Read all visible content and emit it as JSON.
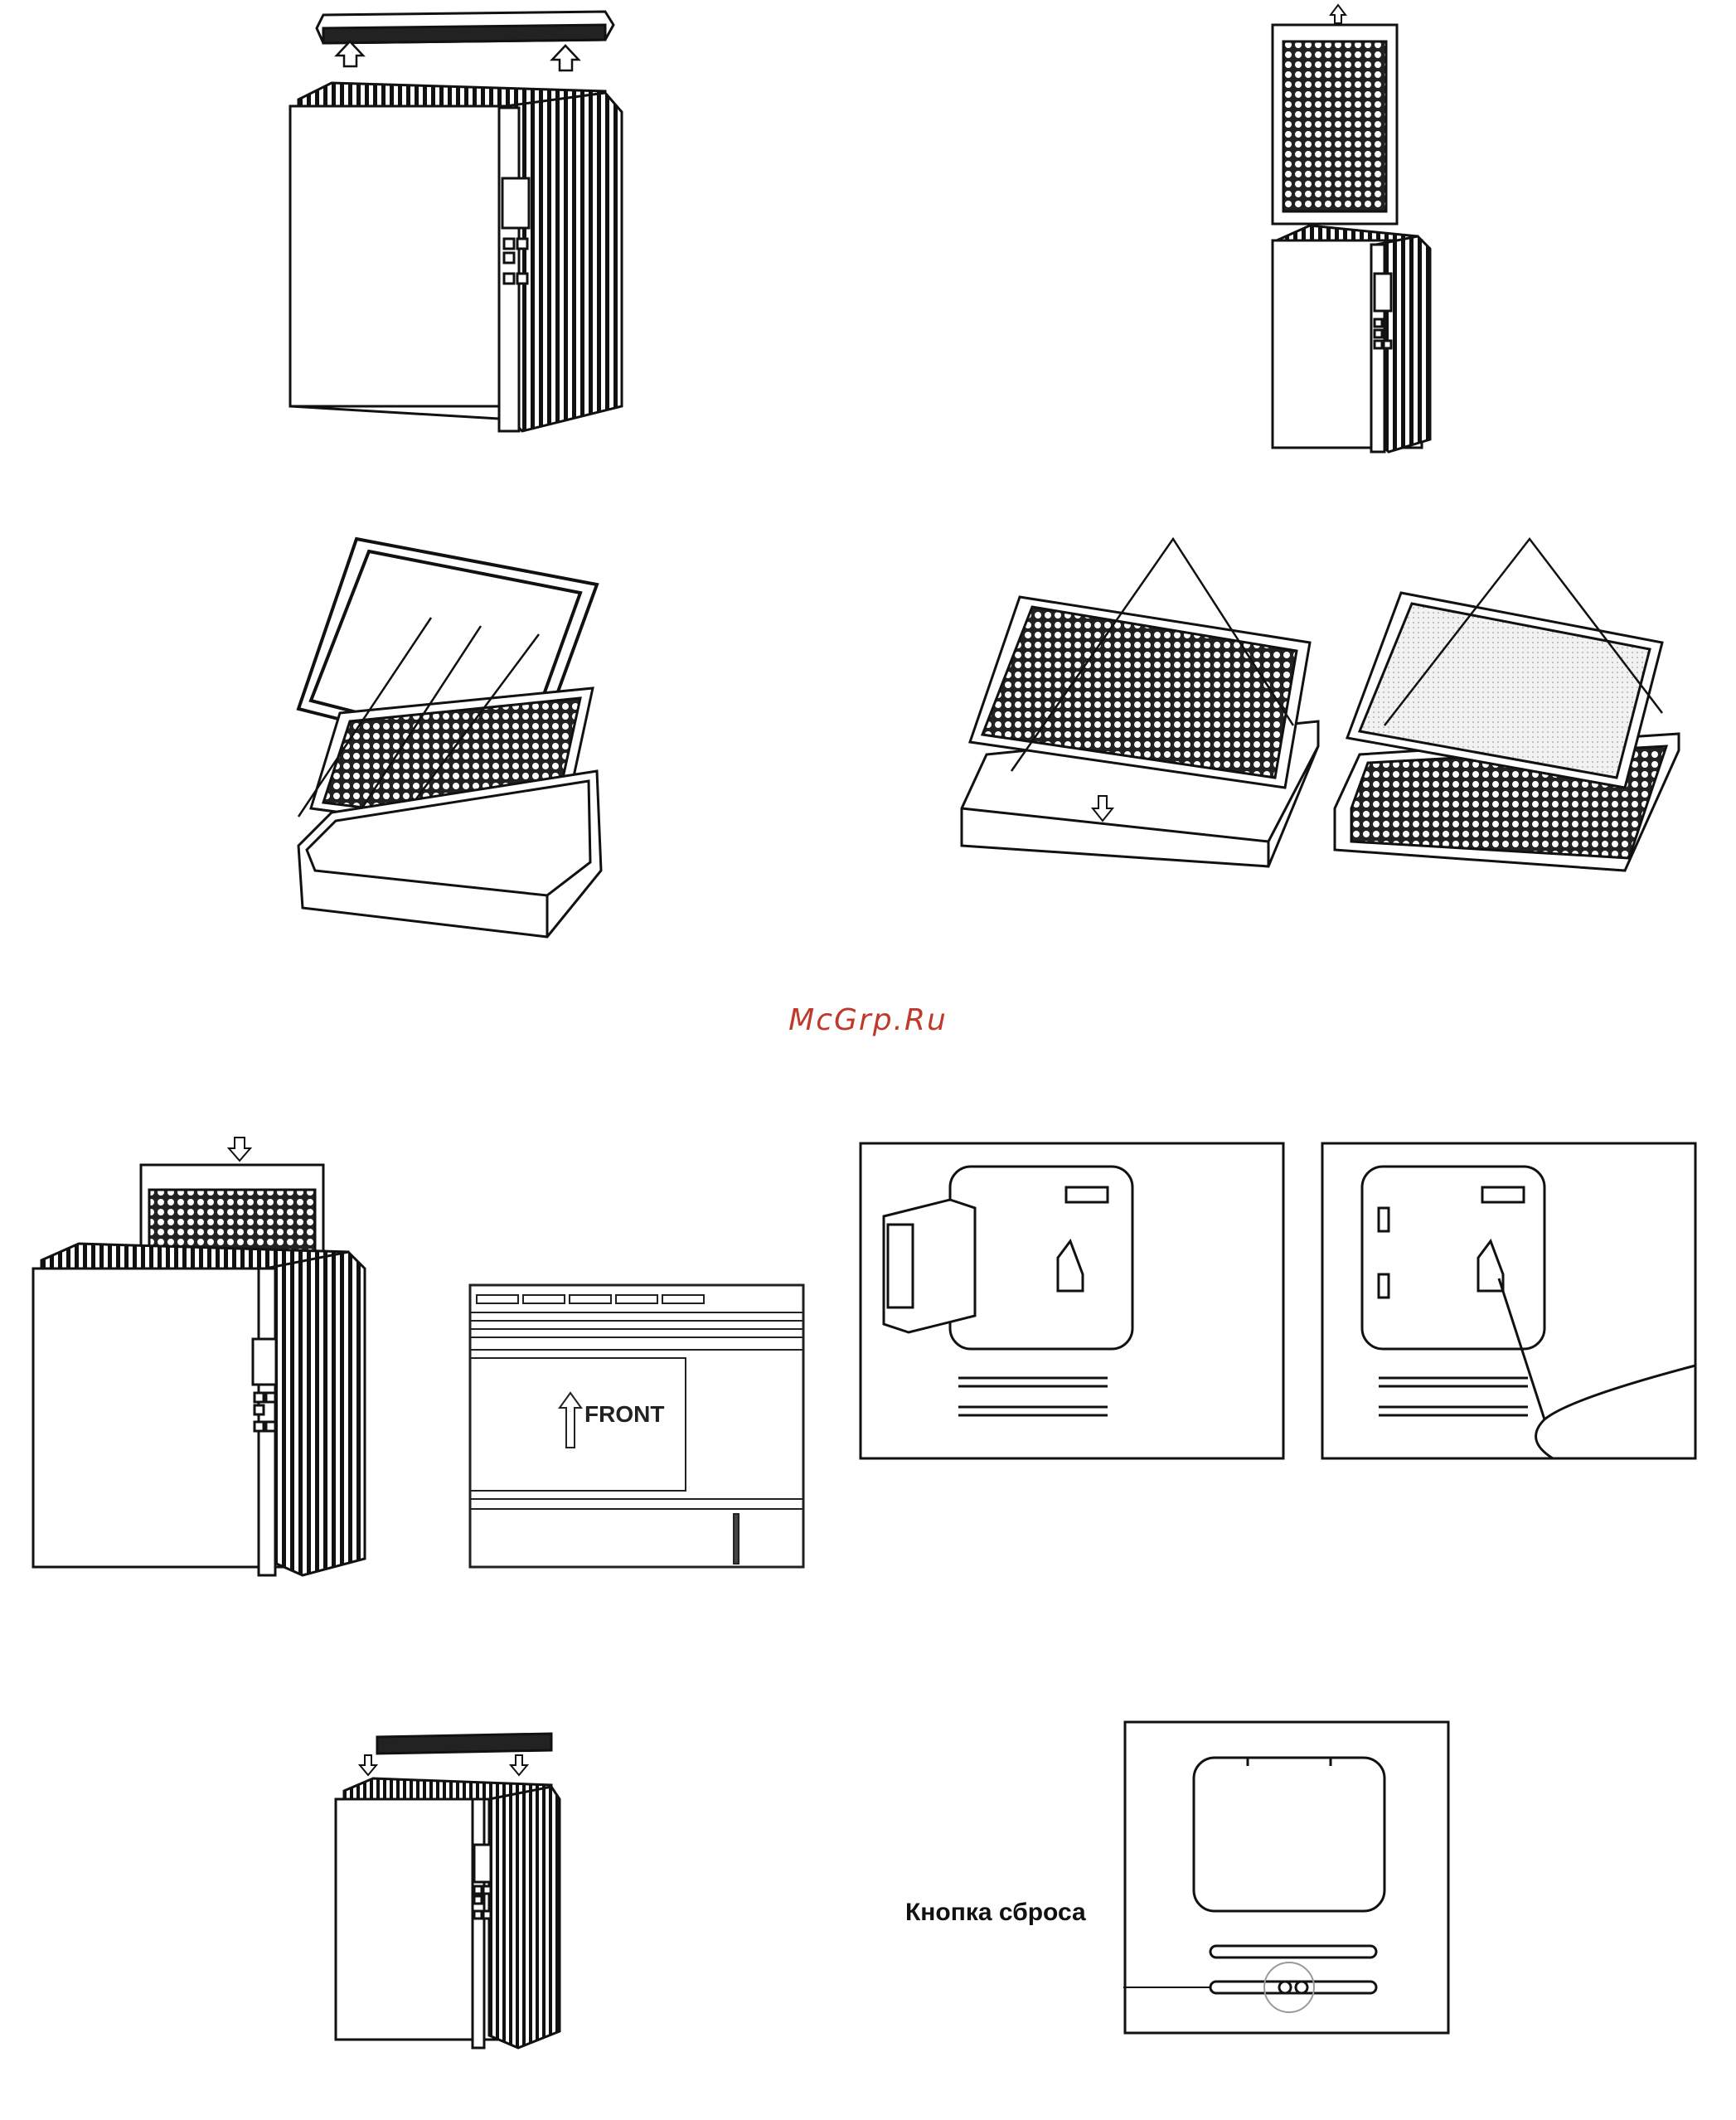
{
  "watermark": {
    "text": "McGrp.Ru",
    "color": "#c0392b"
  },
  "labels": {
    "front_sticker": "FRONT",
    "reset_button": "Кнопка сброса"
  },
  "icons": {
    "up_arrow": "arrow-up-outline",
    "down_arrow": "arrow-down-outline"
  }
}
